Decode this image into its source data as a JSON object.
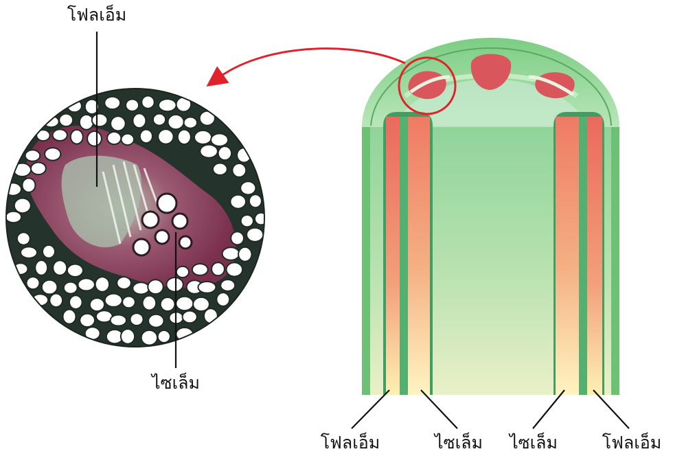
{
  "labels": {
    "micro_phloem": "โฟลเอ็ม",
    "micro_xylem": "ไซเล็ม",
    "stem_phloem_left": "โฟลเอ็ม",
    "stem_xylem_left": "ไซเล็ม",
    "stem_xylem_right": "ไซเล็ม",
    "stem_phloem_right": "โฟลเอ็ม"
  },
  "colors": {
    "stem_green": "#8fd08f",
    "stem_dark_green": "#5fb866",
    "phloem_red": "#e4705a",
    "xylem_pale": "#fbe3a8",
    "arrow_red": "#e0232b",
    "cell_wall": "#1f2a24",
    "stained_tissue": "#8a3a58"
  }
}
